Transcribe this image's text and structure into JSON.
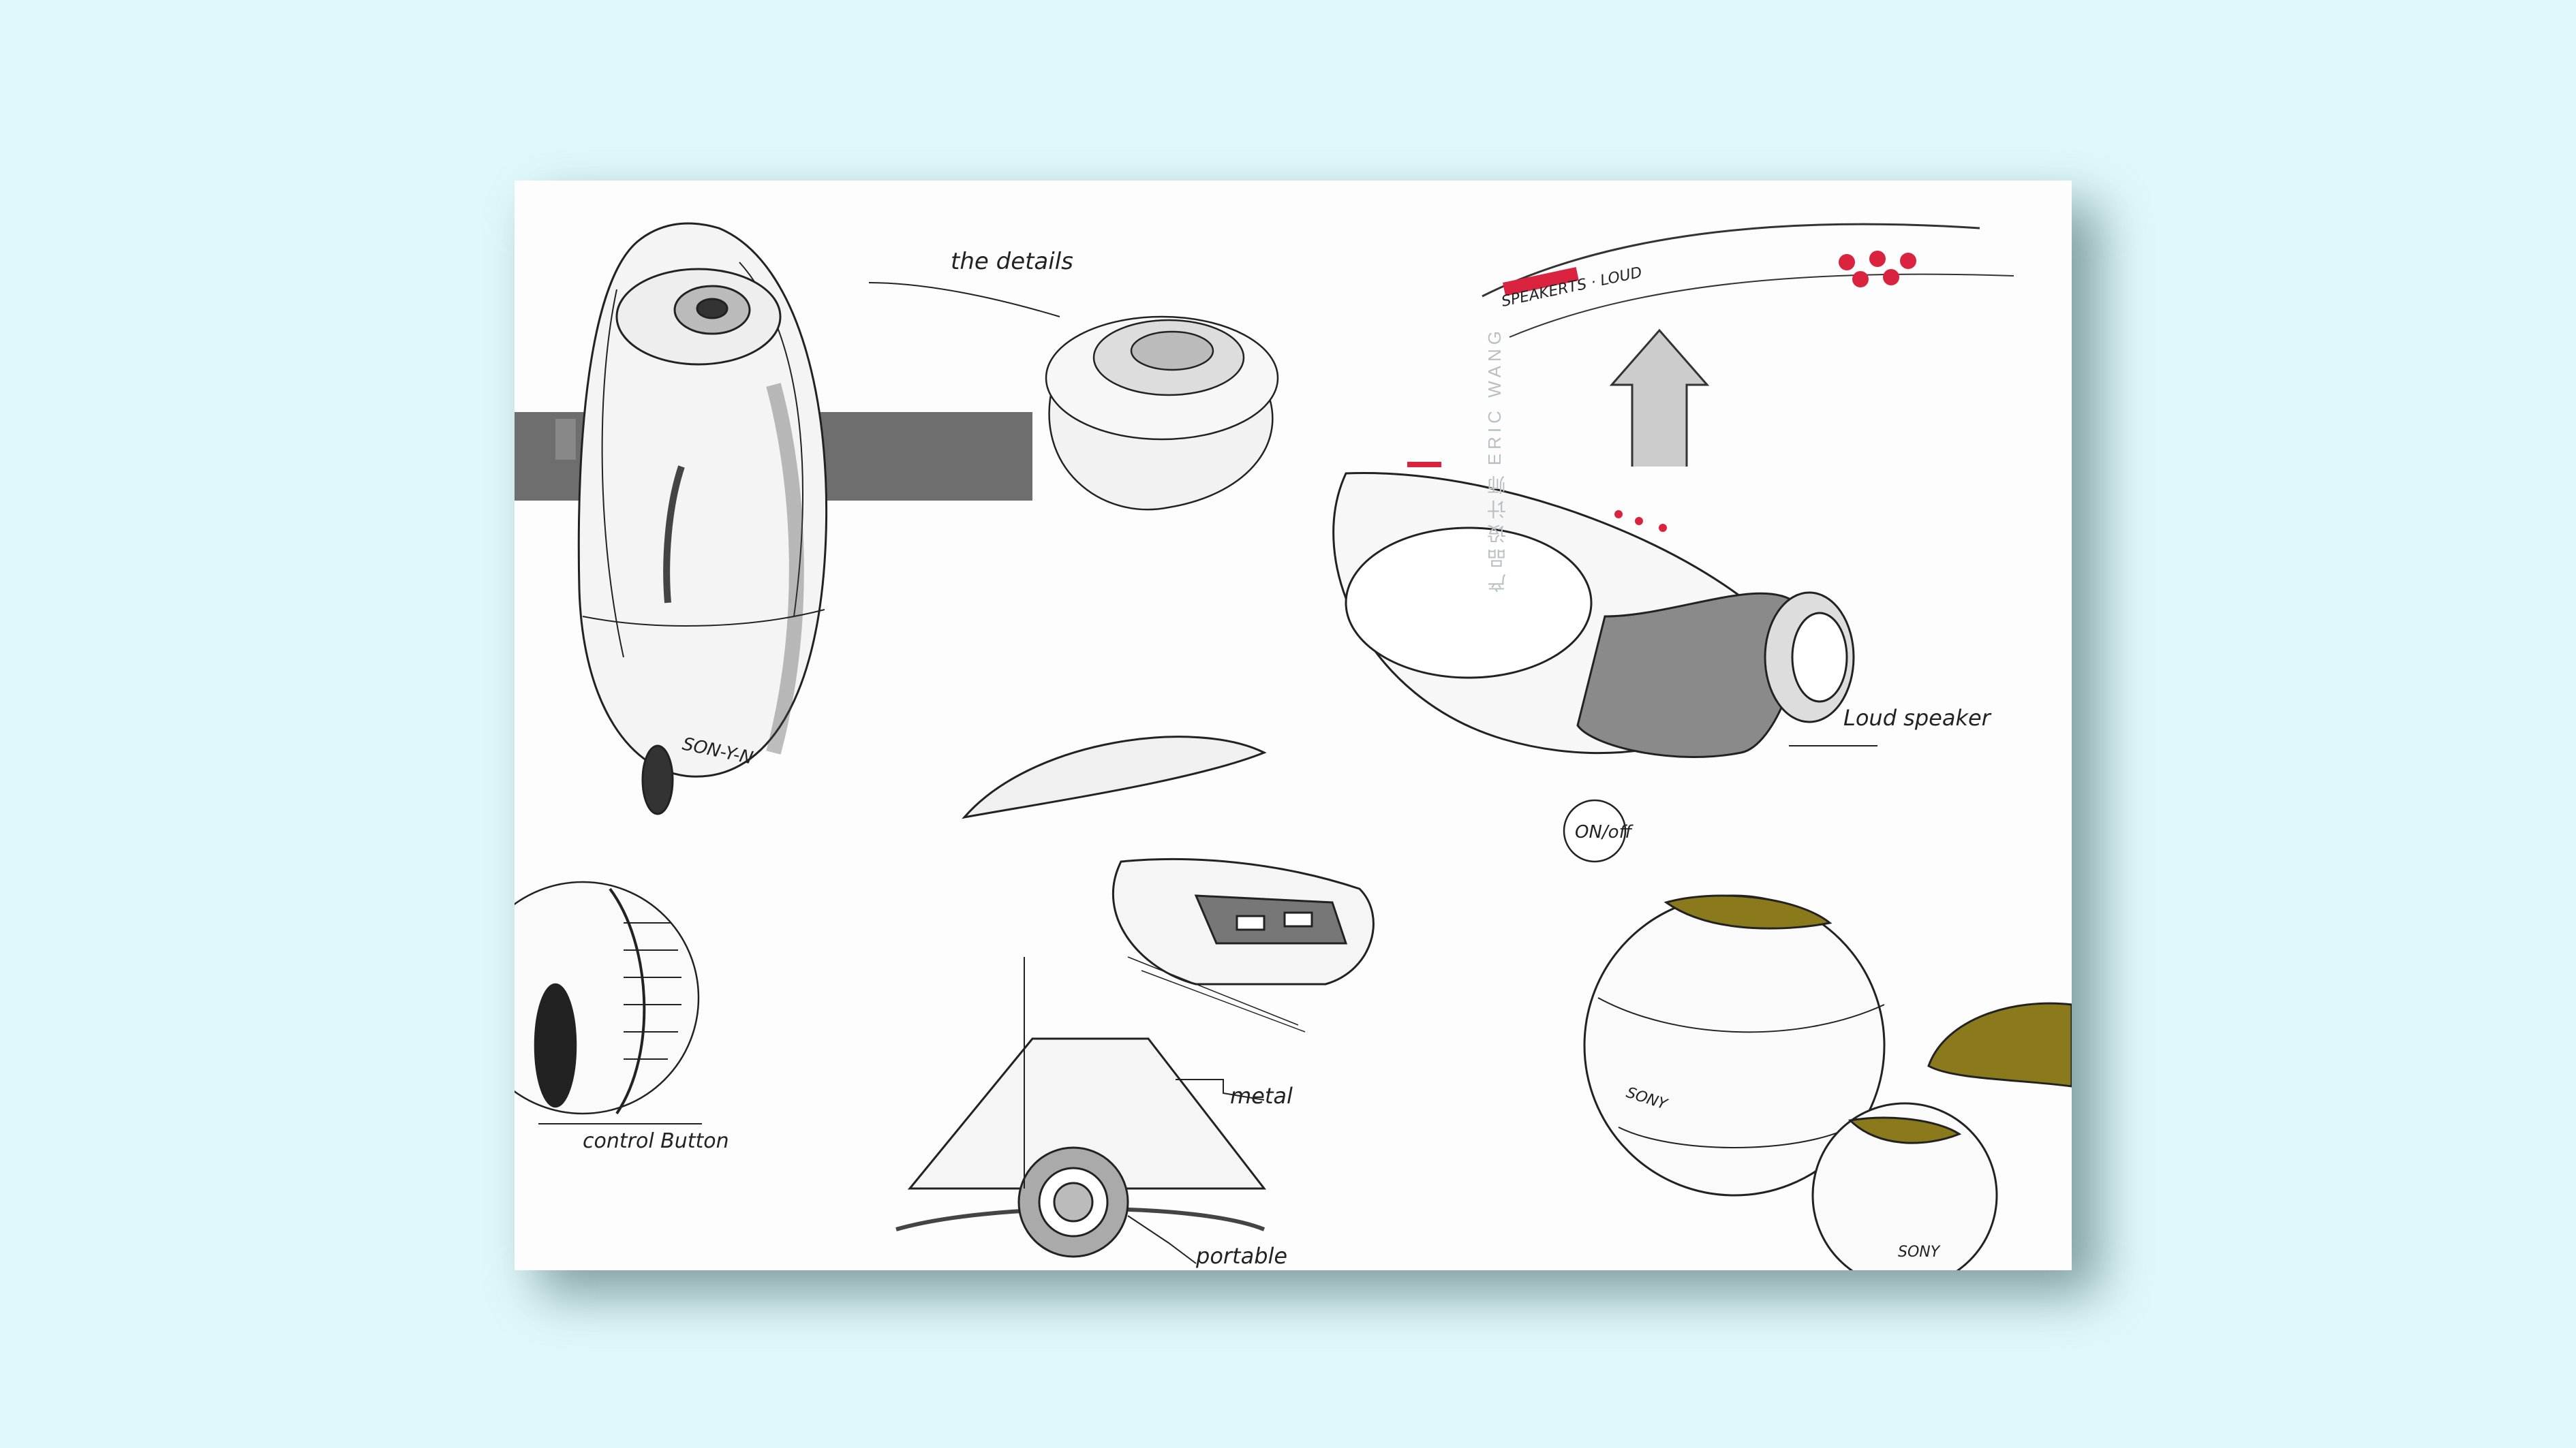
{
  "sketch": {
    "annotations": {
      "the_details": "the details",
      "loud_speaker": "Loud speaker",
      "on_off": "ON/off",
      "metal": "metal",
      "portable": "portable",
      "control_button": "control Button",
      "brand_mark": "SON-Y-N",
      "speaker_label": "SPEAKERTS · LOUD",
      "sony_mark_1": "SONY",
      "sony_mark_2": "SONY"
    },
    "accent_colors": {
      "red": "#d9233f",
      "olive": "#8a7a1c",
      "gray_fill": "#6b6b6b"
    }
  },
  "watermark": {
    "name": "ERIC WANG",
    "title_cn": "产品设计师"
  }
}
